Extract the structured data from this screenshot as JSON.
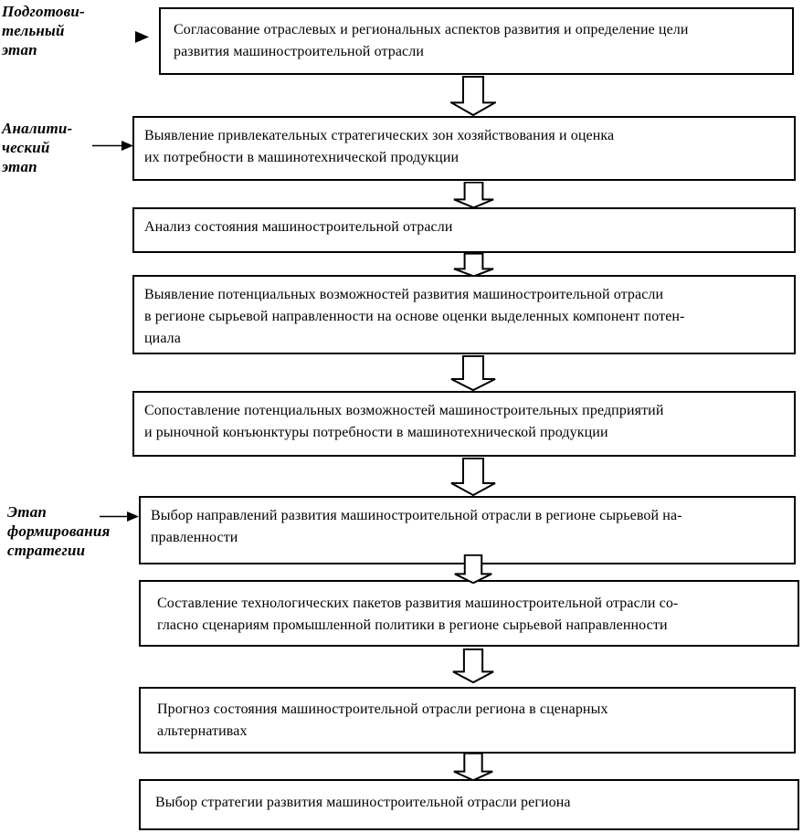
{
  "colors": {
    "background": "#ffffff",
    "line": "#000000",
    "text": "#000000"
  },
  "stage_labels": [
    {
      "text": "Подготови-\nтельный\nэтап"
    },
    {
      "text": "Аналити-\nческий\nэтап"
    },
    {
      "text": "Этап\nформирования\nстратегии"
    }
  ],
  "boxes": [
    {
      "text": "Согласование отраслевых и региональных аспектов развития и определение цели\nразвития машиностроительной отрасли"
    },
    {
      "text": "Выявление привлекательных стратегических зон хозяйствования и оценка\nих потребности в машинотехнической продукции"
    },
    {
      "text": "Анализ состояния машиностроительной отрасли"
    },
    {
      "text": "Выявление потенциальных возможностей развития машиностроительной отрасли\nв регионе сырьевой направленности на основе оценки выделенных компонент потен-\nциала"
    },
    {
      "text": "Сопоставление потенциальных возможностей машиностроительных предприятий\nи рыночной конъюнктуры потребности в машинотехнической продукции"
    },
    {
      "text": "Выбор направлений развития машиностроительной отрасли в регионе сырьевой на-\nправленности"
    },
    {
      "text": "Составление технологических пакетов развития машиностроительной отрасли со-\nгласно сценариям промышленной политики в регионе сырьевой направленности"
    },
    {
      "text": "Прогноз состояния машиностроительной отрасли региона в сценарных\nальтернативах"
    },
    {
      "text": "Выбор стратегии развития  машиностроительной отрасли региона"
    }
  ]
}
